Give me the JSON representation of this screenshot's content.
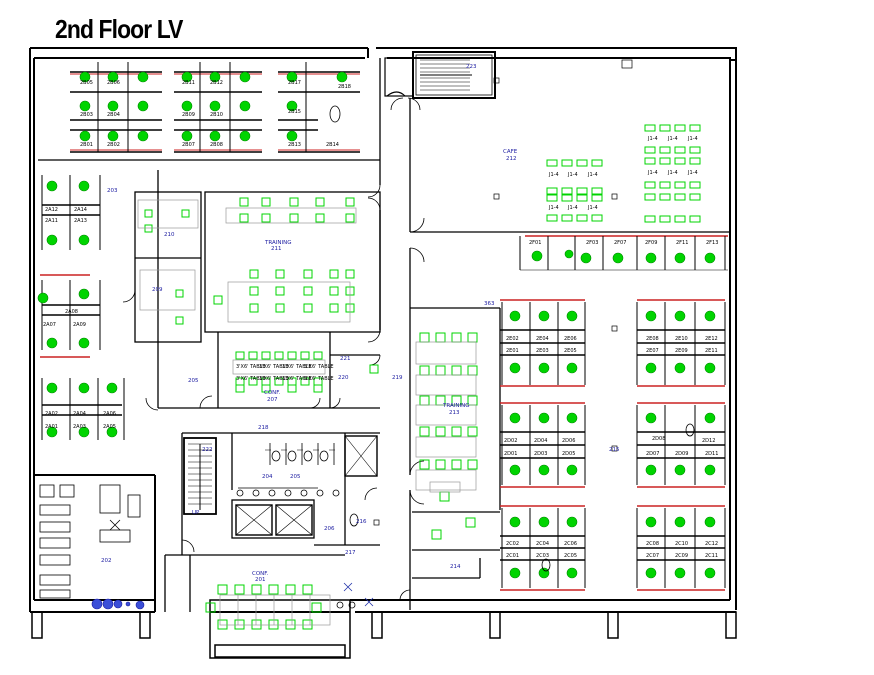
{
  "title": "2nd Floor LV",
  "rooms": {
    "r223": "223",
    "cafe": "CAFE",
    "r212": "212",
    "r203": "203",
    "r210": "210",
    "r209": "209",
    "training211": "TRAINING",
    "r211": "211",
    "r205": "205",
    "conf207": "CONF.",
    "r207": "207",
    "r221": "221",
    "r220": "220",
    "r219": "219",
    "training213": "TRAINING",
    "r213": "213",
    "r363": "363",
    "r215": "215",
    "r218": "218",
    "r222": "222",
    "r204": "204",
    "r205b": "205",
    "r206": "206",
    "r216": "216",
    "r217": "217",
    "r214": "214",
    "r202": "202",
    "conf201": "CONF.",
    "r201": "201",
    "up": "UP"
  },
  "cafe_tables": [
    "J1-4",
    "J1-4",
    "J1-4",
    "J1-4",
    "J1-4",
    "J1-4",
    "J1-4",
    "J1-4",
    "J1-4",
    "J1-4",
    "J1-4",
    "J1-4"
  ],
  "table_labels": [
    "3'X6' TABLE",
    "3'X6' TABLE",
    "3'X6' TABLE",
    "3'X6' TABLE",
    "3'X6' TABLE",
    "3'X6' TABLE",
    "3'X6' TABLE",
    "3'X6' TABLE"
  ],
  "desks": {
    "b2": [
      "2B05",
      "2B06",
      "2B11",
      "2B12",
      "2B17",
      "2B18",
      "2B03",
      "2B04",
      "2B09",
      "2B10",
      "2B15",
      "2B01",
      "2B02",
      "2B07",
      "2B08",
      "2B13",
      "2B14"
    ],
    "a": [
      "2A12",
      "2A14",
      "2A11",
      "2A13",
      "2A08",
      "2A07",
      "2A09",
      "2A02",
      "2A04",
      "2A06",
      "2A01",
      "2A03",
      "2A05"
    ],
    "f": [
      "2F01",
      "2F03",
      "2F07",
      "2F09",
      "2F11",
      "2F13"
    ],
    "e": [
      "2E02",
      "2E04",
      "2E06",
      "2E08",
      "2E10",
      "2E12",
      "2E01",
      "2E03",
      "2E05",
      "2E07",
      "2E09",
      "2E11"
    ],
    "d": [
      "2D02",
      "2D04",
      "2D06",
      "2D08",
      "2D12",
      "2D01",
      "2D03",
      "2D05",
      "2D07",
      "2D09",
      "2D11"
    ],
    "c": [
      "2C02",
      "2C04",
      "2C06",
      "2C08",
      "2C10",
      "2C12",
      "2C01",
      "2C03",
      "2C05",
      "2C07",
      "2C09",
      "2C11"
    ]
  },
  "colors": {
    "wall": "#000000",
    "chair": "#00d400",
    "desk_edge": "#cc2222",
    "label": "#1a1aa0"
  }
}
